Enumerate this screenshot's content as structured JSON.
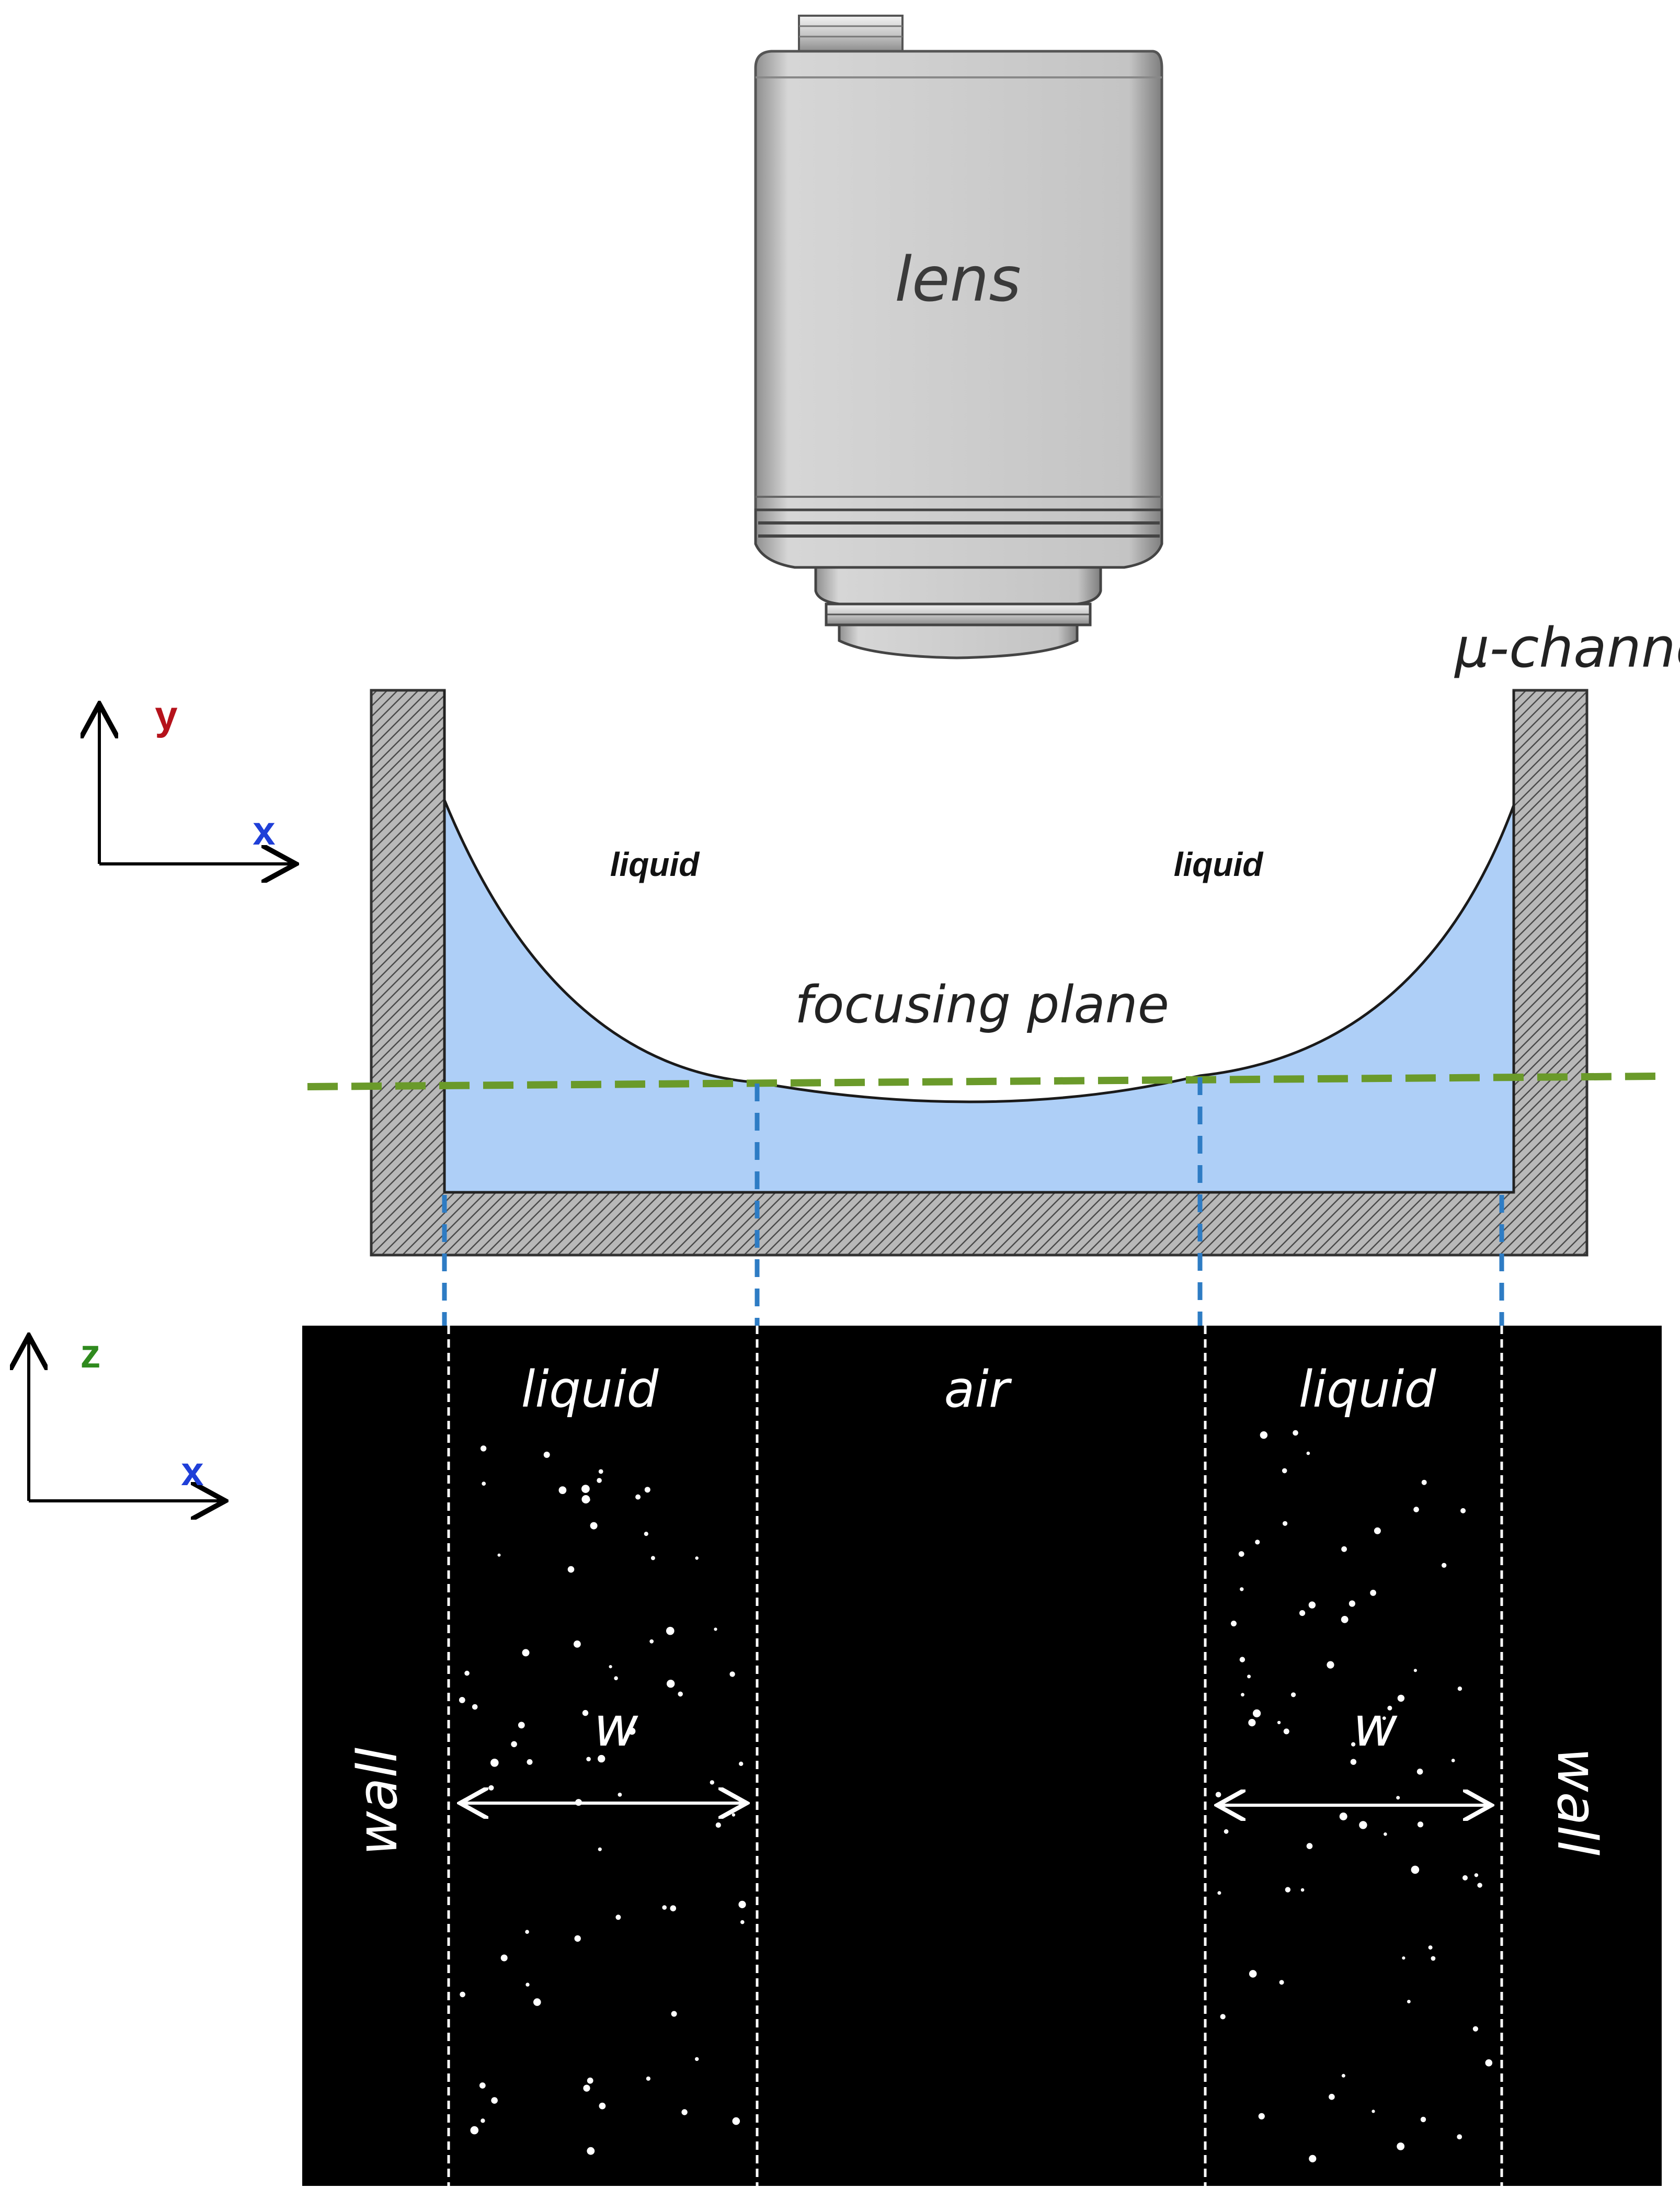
{
  "diagram": {
    "lens": {
      "label": "lens"
    },
    "channel": {
      "label": "μ-channel",
      "liquid_left_label": "liquid",
      "liquid_right_label": "liquid",
      "focusing_plane_label": "focusing plane"
    },
    "axes_top": {
      "vertical_label": "y",
      "horizontal_label": "x",
      "vertical_color": "#b5121b",
      "horizontal_color": "#1f3fd8"
    },
    "axes_bottom": {
      "vertical_label": "z",
      "horizontal_label": "x",
      "vertical_color": "#2f8a1e",
      "horizontal_color": "#1f3fd8"
    },
    "image_panel": {
      "liquid_left_label": "liquid",
      "air_label": "air",
      "liquid_right_label": "liquid",
      "wall_left_label": "wall",
      "wall_right_label": "wall",
      "width_left_label": "w",
      "width_right_label": "w"
    },
    "colors": {
      "liquid": "#aecff7",
      "wall_fill": "#a9a9a9",
      "focus_line": "#6a9a2a",
      "projection_line": "#2e7cc4",
      "lens_body": "#cfcfcf"
    }
  }
}
